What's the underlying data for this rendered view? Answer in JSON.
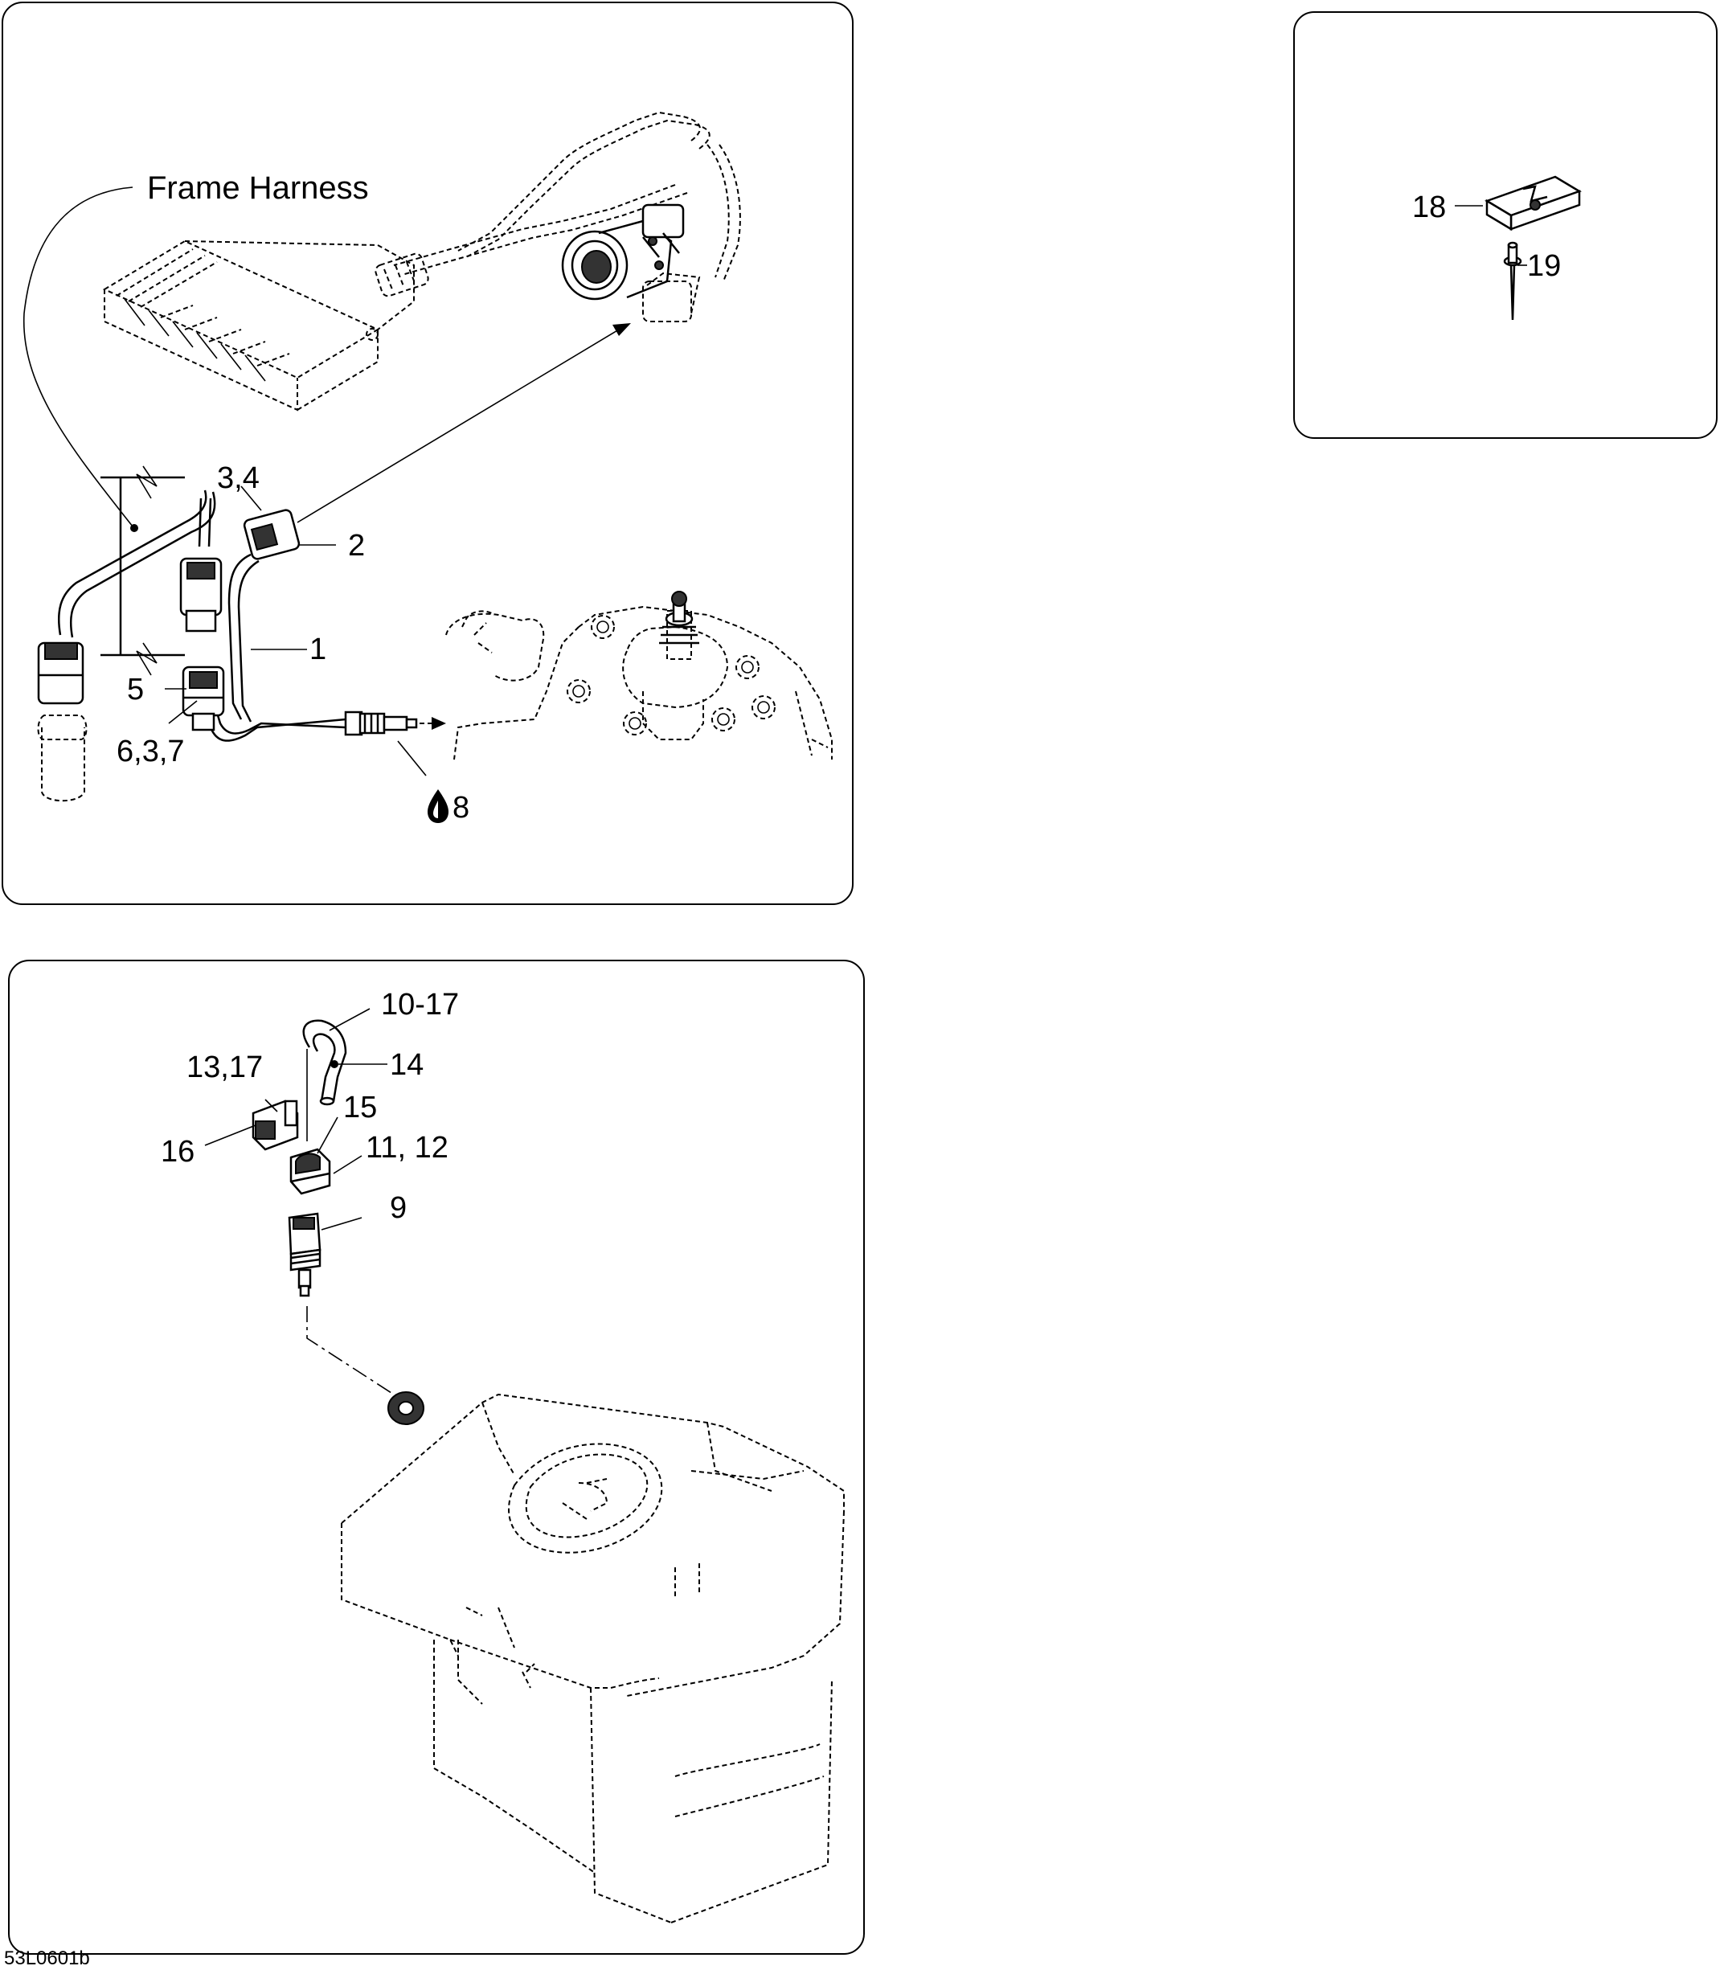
{
  "panels": {
    "top": {
      "harness_label": "Frame Harness",
      "callouts": [
        "3,4",
        "2",
        "1",
        "5",
        "6,3,7",
        "8"
      ]
    },
    "bottom": {
      "callouts": [
        "10-17",
        "14",
        "13,17",
        "15",
        "16",
        "11, 12",
        "9"
      ]
    },
    "rivet": {
      "callouts": [
        "18",
        "19"
      ]
    }
  },
  "reference_code": "53L0601b"
}
